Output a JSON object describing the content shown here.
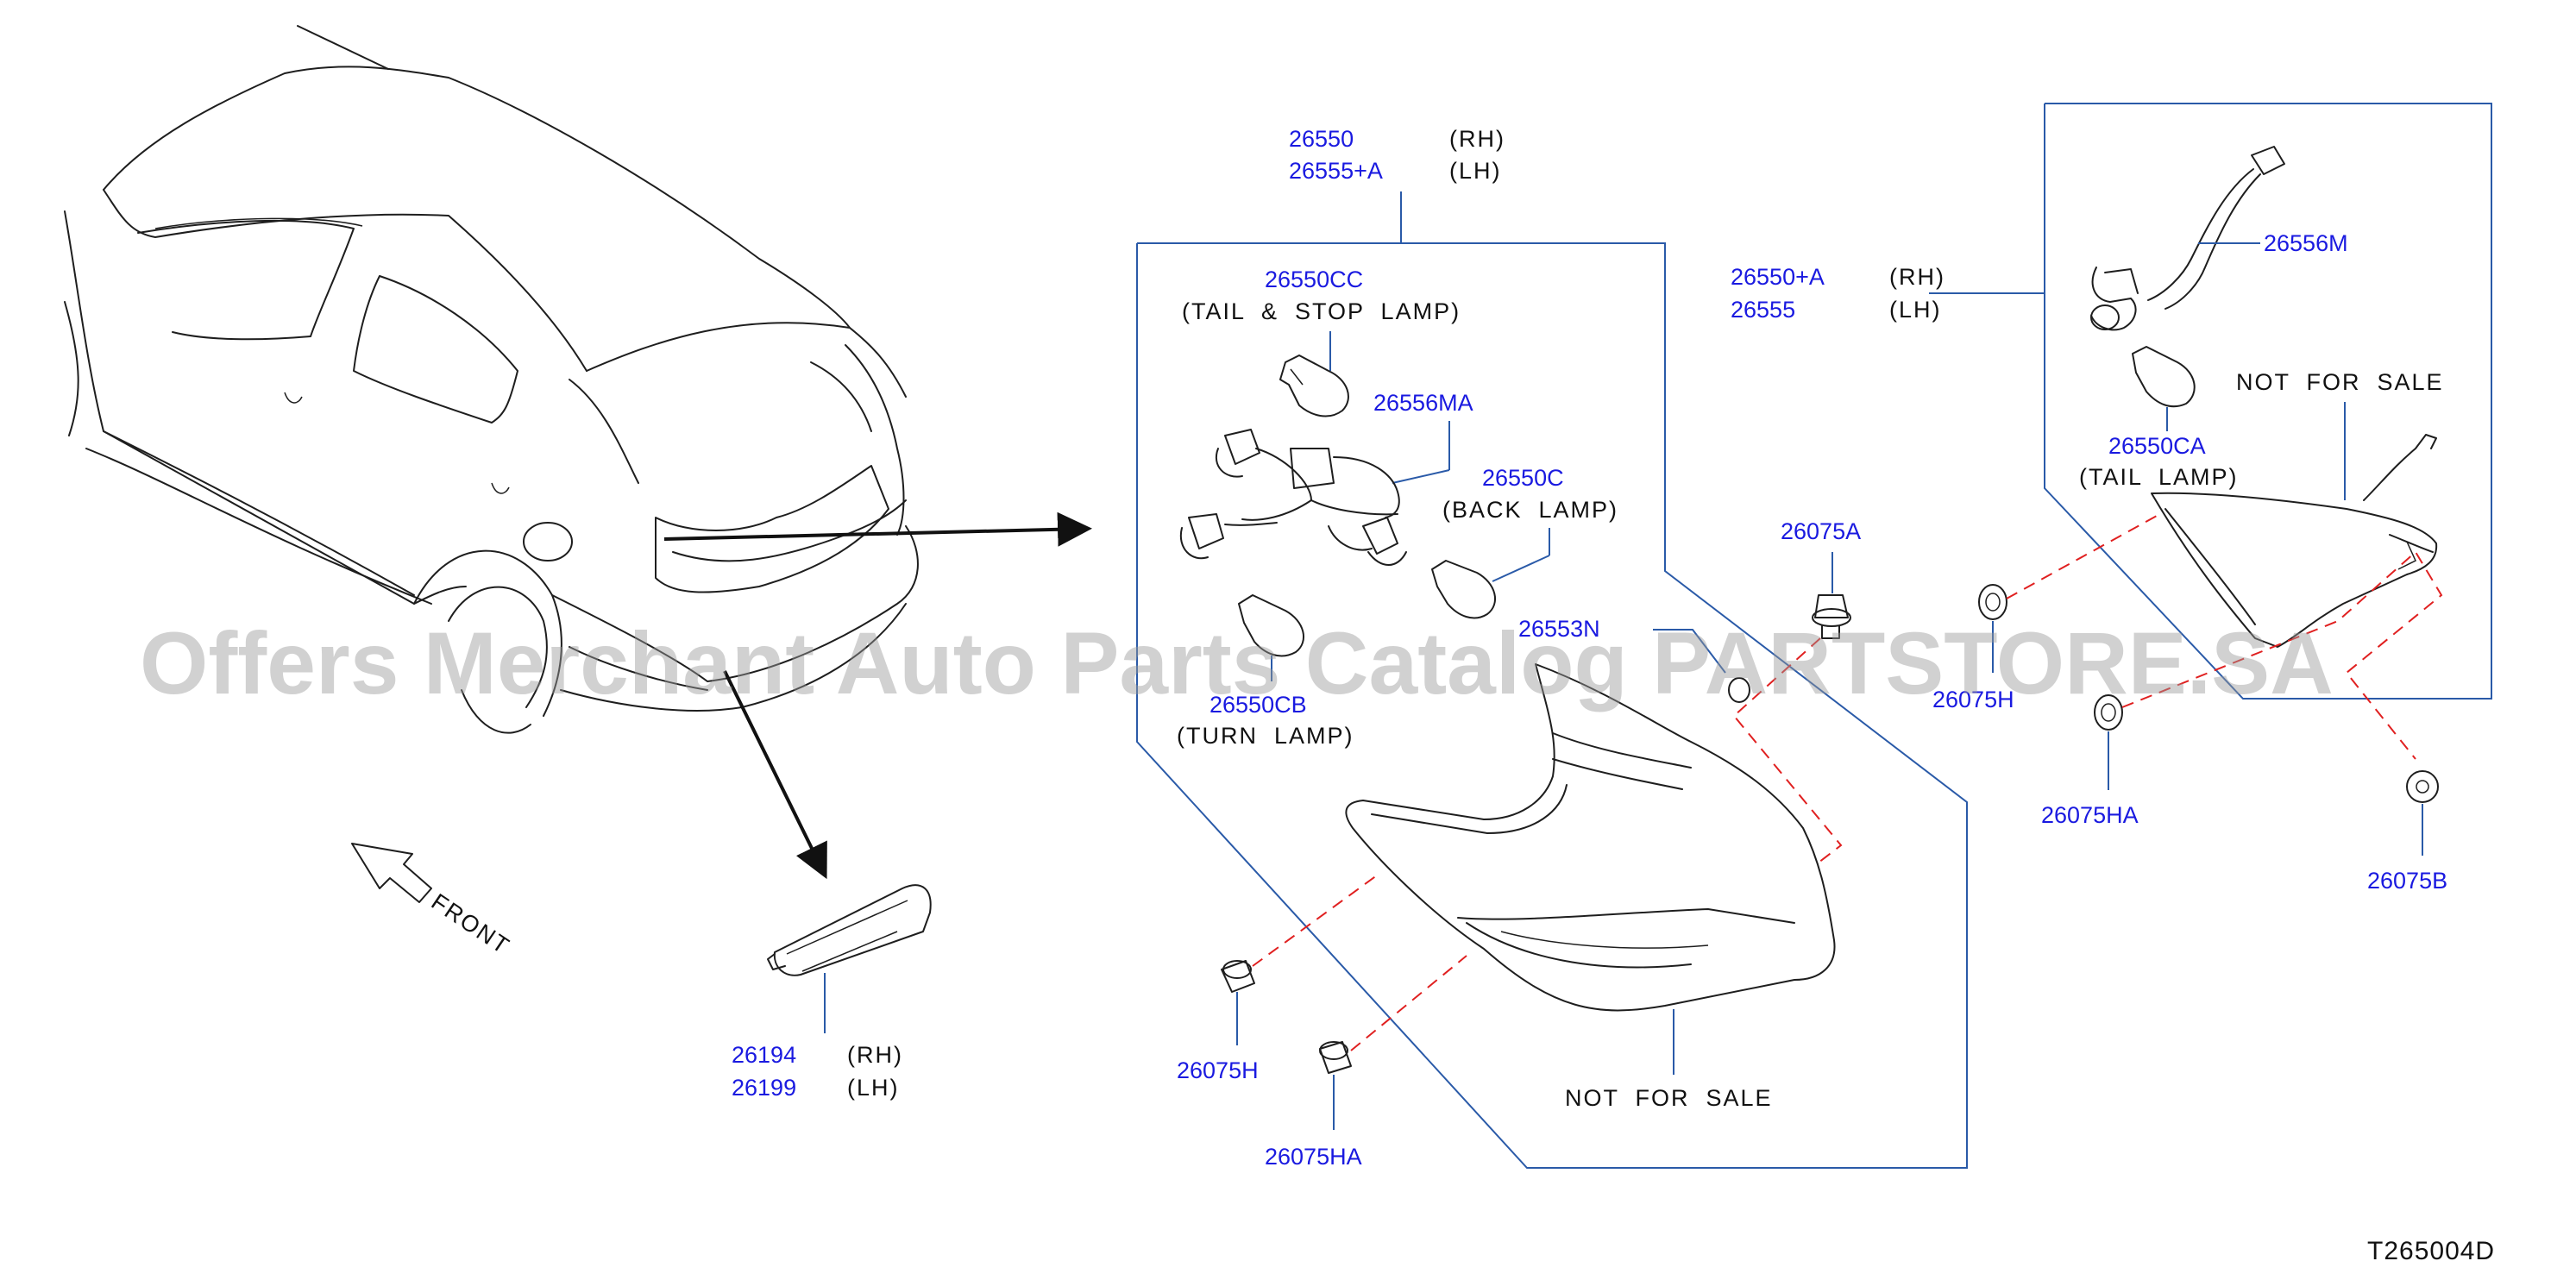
{
  "diagram_code": "T265004D",
  "watermark": "Offers Merchant Auto Parts Catalog PARTSTORE.SA",
  "front_label": "FRONT",
  "side_marker": {
    "rh_part": "26194",
    "rh_side": "(RH)",
    "lh_part": "26199",
    "lh_side": "(LH)"
  },
  "rear_combination_lamp": {
    "rh_part": "26550",
    "rh_side": "(RH)",
    "lh_part": "26555+A",
    "lh_side": "(LH)",
    "tail_stop_bulb_part": "26550CC",
    "tail_stop_bulb_name": "(TAIL  &  STOP  LAMP)",
    "harness_part": "26556MA",
    "back_bulb_part": "26550C",
    "back_bulb_name": "(BACK  LAMP)",
    "turn_bulb_part": "26550CB",
    "turn_bulb_name": "(TURN  LAMP)",
    "gasket_part": "26553N",
    "nut_part": "26075A",
    "clip_lower_part": "26075H",
    "grommet_lower_part": "26075HA",
    "not_for_sale": "NOT  FOR  SALE"
  },
  "inner_lamp": {
    "rh_part": "26550+A",
    "rh_side": "(RH)",
    "lh_part": "26555",
    "lh_side": "(LH)",
    "harness_part": "26556M",
    "tail_bulb_part": "26550CA",
    "tail_bulb_name": "(TAIL  LAMP)",
    "not_for_sale": "NOT  FOR  SALE",
    "clip_part": "26075H",
    "grommet_part": "26075HA",
    "cap_part": "26075B"
  }
}
